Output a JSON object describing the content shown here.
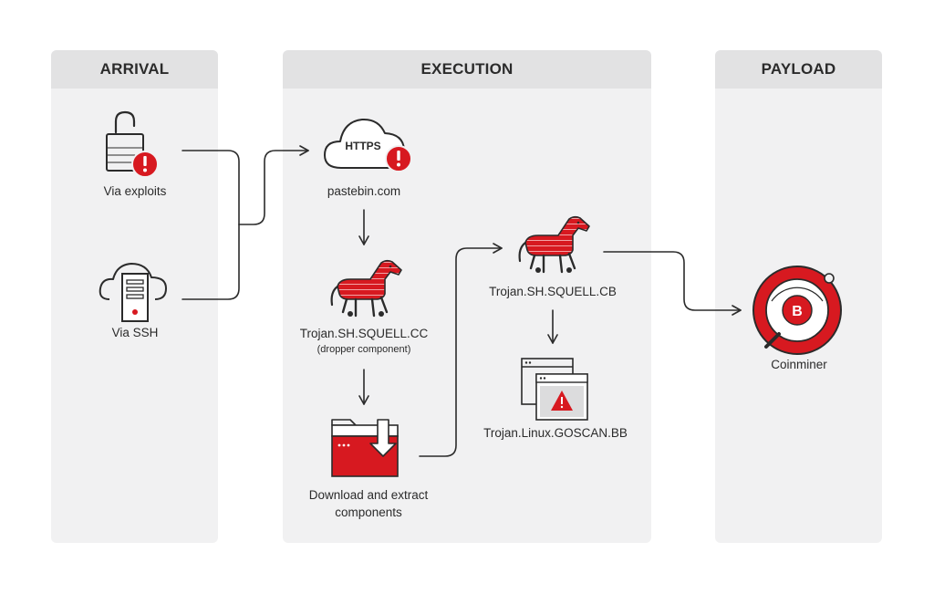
{
  "stages": {
    "arrival": "ARRIVAL",
    "execution": "EXECUTION",
    "payload": "PAYLOAD"
  },
  "nodes": {
    "via_exploits": "Via exploits",
    "via_ssh": "Via SSH",
    "https_badge": "HTTPS",
    "pastebin": "pastebin.com",
    "squell_cc": "Trojan.SH.SQUELL.CC",
    "squell_cc_sub": "(dropper component)",
    "download_line1": "Download and extract",
    "download_line2": "components",
    "squell_cb": "Trojan.SH.SQUELL.CB",
    "goscan": "Trojan.Linux.GOSCAN.BB",
    "coinminer": "Coinminer",
    "bitcoin_symbol": "B"
  },
  "colors": {
    "accent_red": "#d71920",
    "dark_stroke": "#2b2b2b",
    "panel_bg": "#f1f1f2",
    "panel_header_bg": "#e2e2e3"
  }
}
